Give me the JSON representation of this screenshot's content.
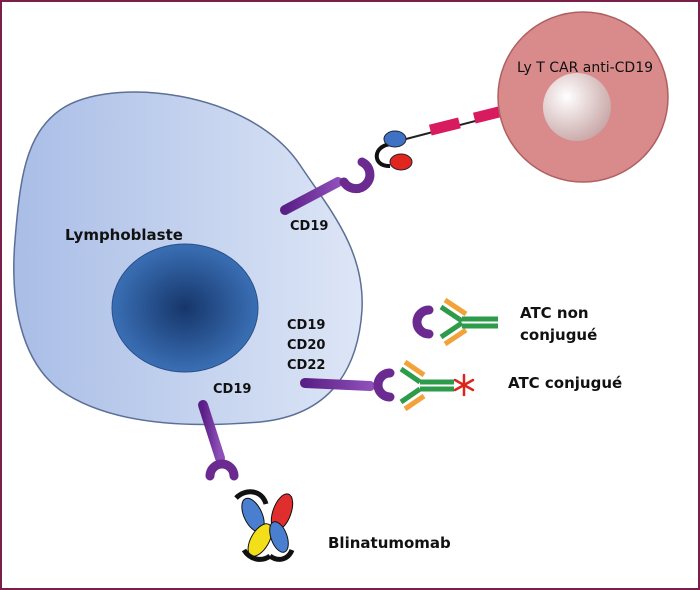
{
  "cell": {
    "label": "Lymphoblaste"
  },
  "markers": {
    "top": "CD19",
    "middle": [
      "CD19",
      "CD20",
      "CD22"
    ],
    "bottom": "CD19"
  },
  "car_t": {
    "label": "Ly T CAR anti-CD19"
  },
  "antibodies": {
    "unconjugated_line1": "ATC non",
    "unconjugated_line2": "conjugué",
    "conjugated": "ATC conjugué"
  },
  "bite": {
    "label": "Blinatumomab"
  },
  "colors": {
    "frame": "#7a1f4a",
    "cell_fill": "#b9c8e8",
    "nucleus": "#2e5d9e",
    "receptor": "#6a2a8f",
    "car_cell": "#d98a8a",
    "car_link": "#d81b5f",
    "ab_heavy": "#2e9b4b",
    "ab_light": "#f2a23a",
    "payload": "#d9261c",
    "bite_blue": "#4a7fd0",
    "bite_red": "#e02d2d",
    "bite_yellow": "#f2df1a"
  }
}
